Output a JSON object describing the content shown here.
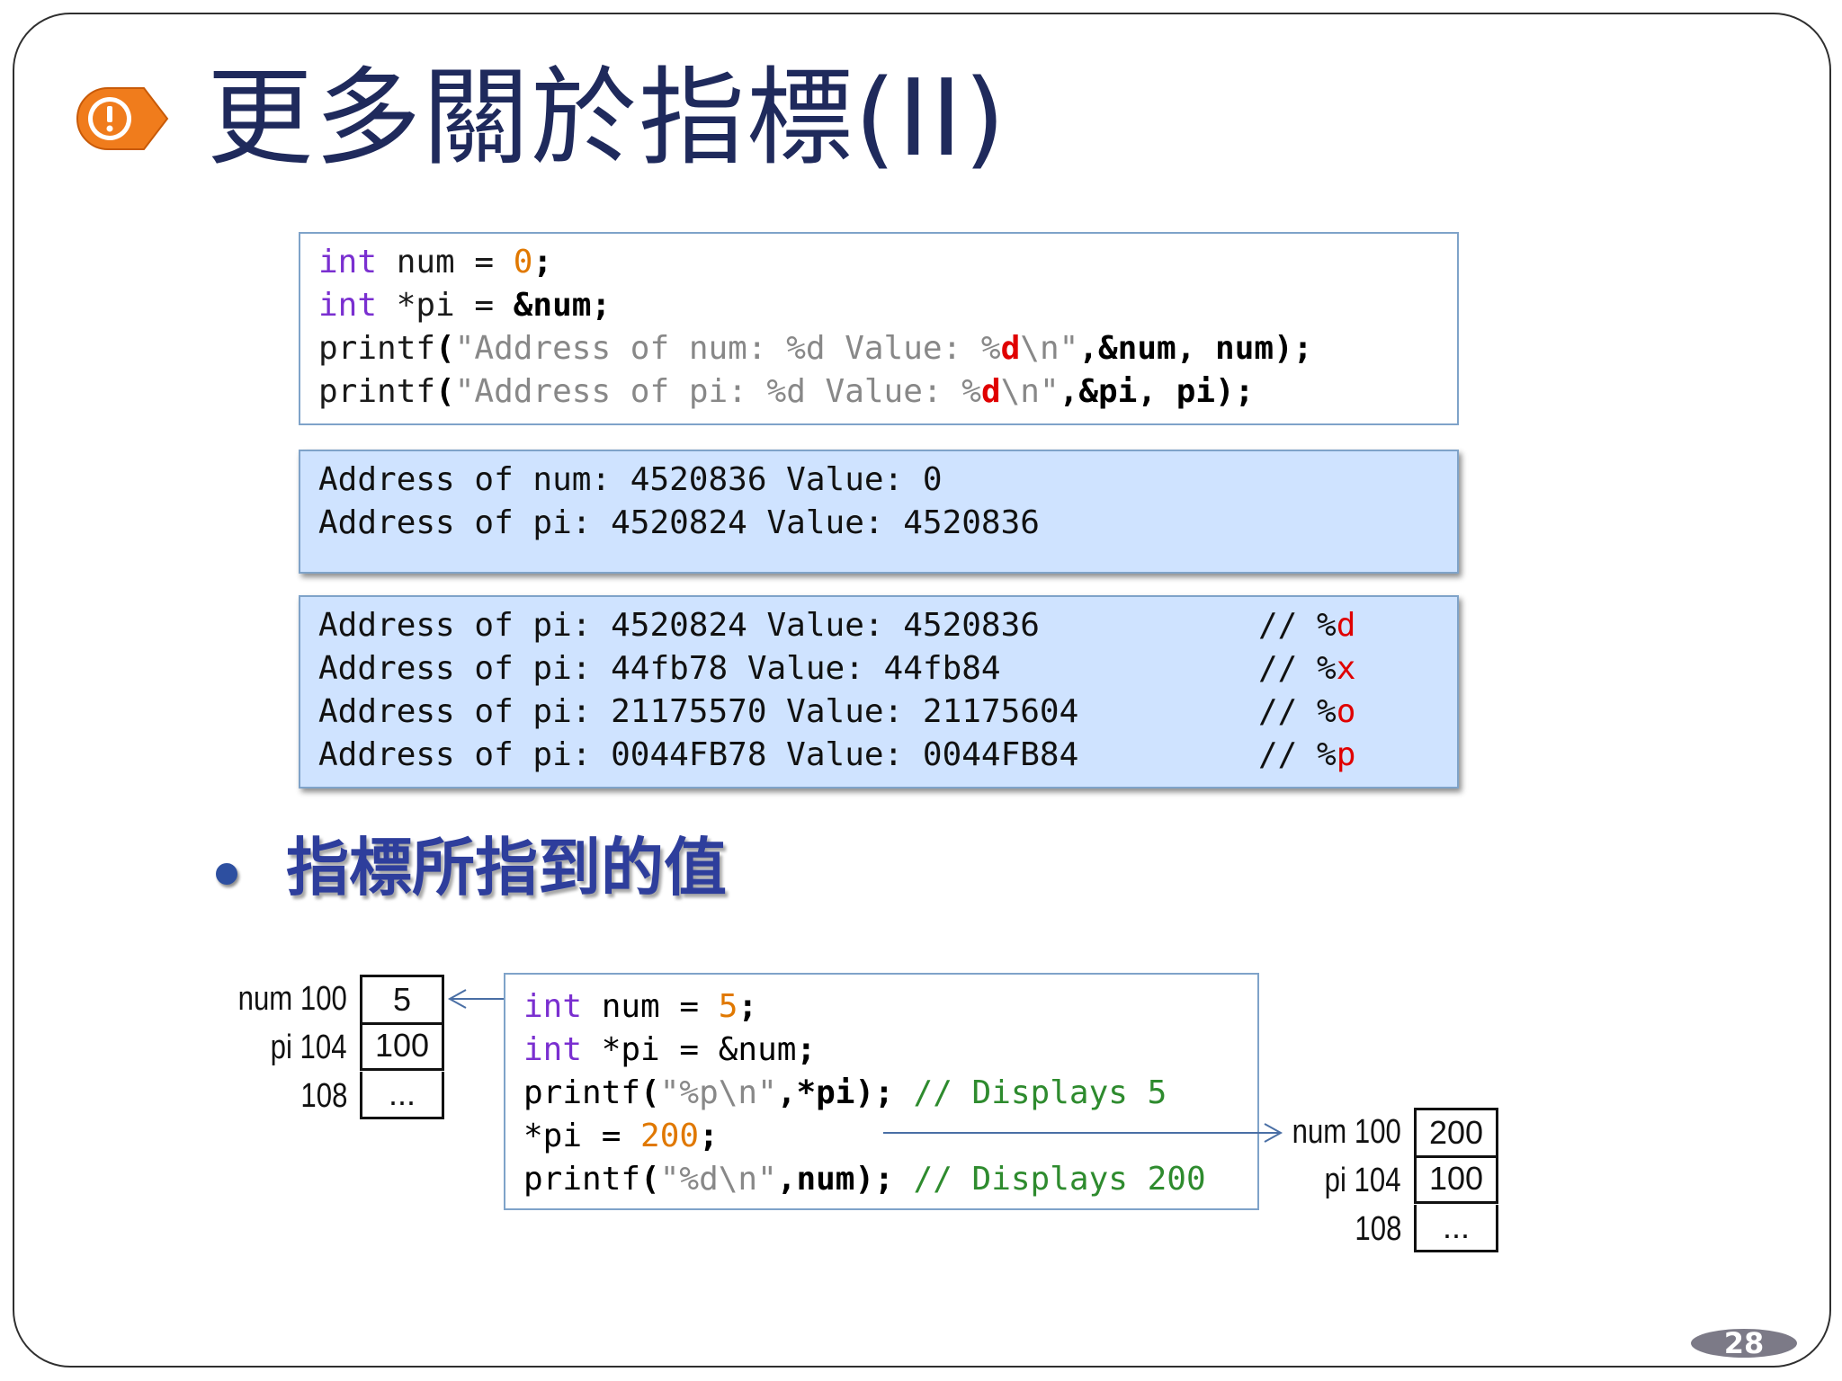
{
  "slide": {
    "title": "更多關於指標(II)",
    "page_number": "28",
    "icon": "alert-tag-icon",
    "accent_color": "#f07c1c"
  },
  "code_top": {
    "l1": {
      "kw": "int",
      "rest": " num = ",
      "num": "0",
      "end": ";"
    },
    "l2": {
      "kw": "int",
      "rest": " *pi = ",
      "amp": "&num",
      "end": ";"
    },
    "l3": {
      "fn": "printf",
      "p": "(",
      "s1": "\"Address of num: %d Value: %",
      "red": "d",
      "s2": "\\n\"",
      "rest": ",&num, num",
      "end": ");"
    },
    "l4": {
      "fn": "printf",
      "p": "(",
      "s1": "\"Address of pi: %d Value: %",
      "red": "d",
      "s2": "\\n\"",
      "rest": ",&pi, pi",
      "end": ");"
    }
  },
  "output_1": [
    "Address of num: 4520836 Value: 0",
    "Address of pi: 4520824 Value: 4520836"
  ],
  "output_2": [
    {
      "text": "Address of pi: 4520824 Value: 4520836",
      "cmt": "// %",
      "fmt": "d"
    },
    {
      "text": "Address of pi: 44fb78 Value: 44fb84",
      "cmt": "// %",
      "fmt": "x"
    },
    {
      "text": "Address of pi: 21175570 Value: 21175604",
      "cmt": "// %",
      "fmt": "o"
    },
    {
      "text": "Address of pi: 0044FB78 Value: 0044FB84",
      "cmt": "// %",
      "fmt": "p"
    }
  ],
  "bullet": "指標所指到的值",
  "code_bottom": {
    "l1": {
      "kw": "int",
      "rest": " num = ",
      "num": "5",
      "end": ";"
    },
    "l2": {
      "kw": "int",
      "rest": " *pi = &num",
      "end": ";"
    },
    "l3": {
      "fn": "printf",
      "p": "(",
      "s": "\"%p\\n\"",
      "rest": ",*pi",
      "end": ");",
      "cmt": " // Displays 5"
    },
    "l4": {
      "rest": "*pi = ",
      "num": "200",
      "end": ";"
    },
    "l5": {
      "fn": "printf",
      "p": "(",
      "s": "\"%d\\n\"",
      "rest": ",num",
      "end": ");",
      "cmt": " // Displays 200"
    }
  },
  "memory_before": [
    {
      "label": "num 100",
      "value": "5"
    },
    {
      "label": "pi 104",
      "value": "100"
    },
    {
      "label": "108",
      "value": "..."
    }
  ],
  "memory_after": [
    {
      "label": "num 100",
      "value": "200"
    },
    {
      "label": "pi 104",
      "value": "100"
    },
    {
      "label": "108",
      "value": "..."
    }
  ]
}
